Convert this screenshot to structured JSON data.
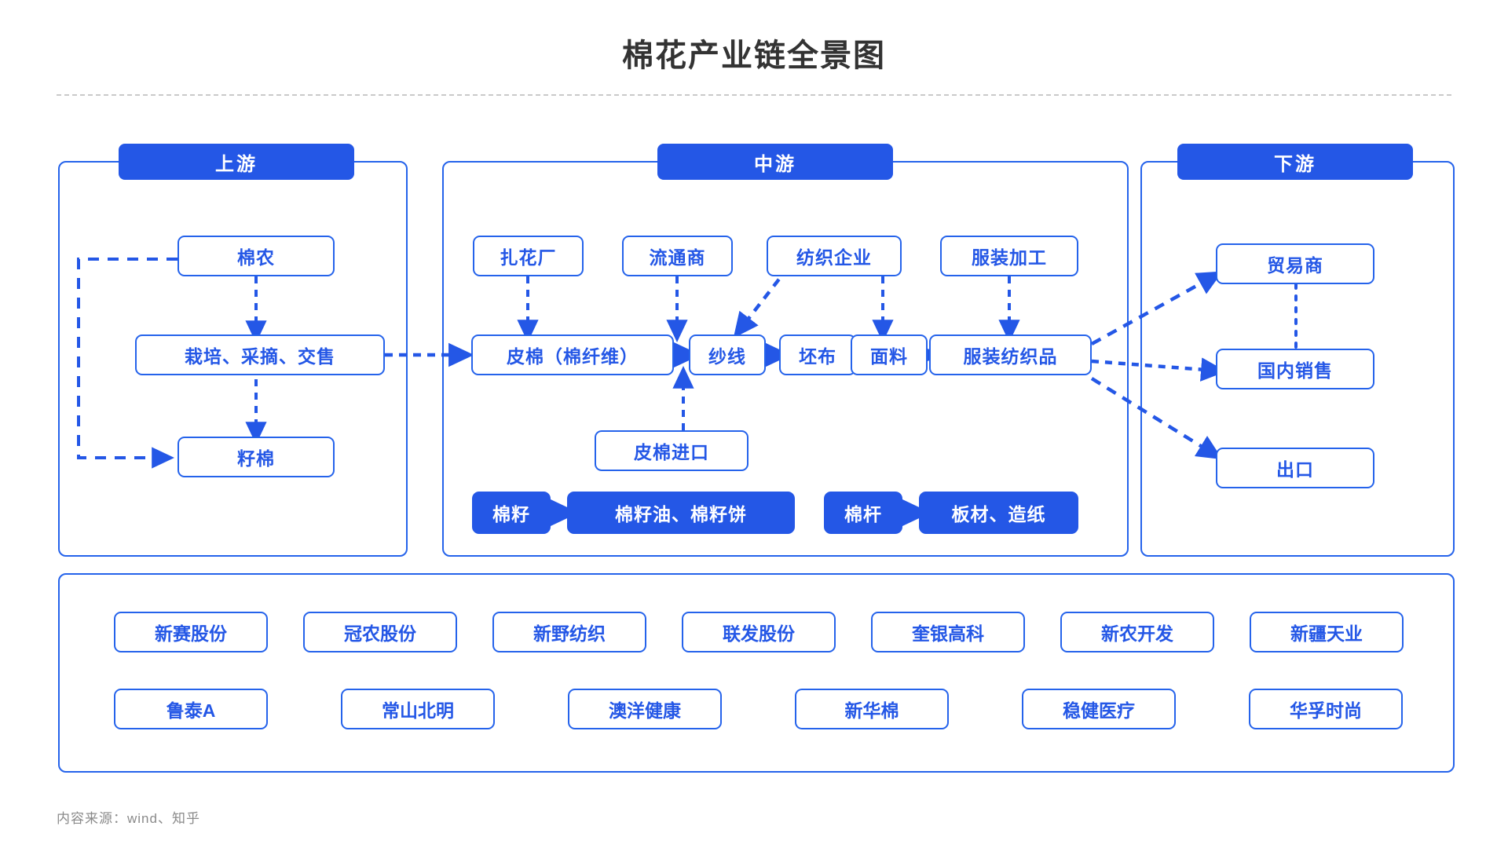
{
  "page": {
    "title": "棉花产业链全景图",
    "source_note": "内容来源：wind、知乎",
    "accent_color": "#2457e6",
    "border_color": "#2563eb",
    "title_color": "#333333"
  },
  "sections": {
    "upstream": {
      "label": "上游",
      "nodes": [
        {
          "id": "cotton-farmer",
          "label": "棉农"
        },
        {
          "id": "cultivate-pick-sell",
          "label": "栽培、采摘、交售"
        },
        {
          "id": "seed-cotton",
          "label": "籽棉"
        }
      ]
    },
    "midstream": {
      "label": "中游",
      "nodes": [
        {
          "id": "ginning-plant",
          "label": "扎花厂"
        },
        {
          "id": "distributor",
          "label": "流通商"
        },
        {
          "id": "textile-enterprise",
          "label": "纺织企业"
        },
        {
          "id": "garment-processing",
          "label": "服装加工"
        },
        {
          "id": "lint-cotton",
          "label": "皮棉（棉纤维）"
        },
        {
          "id": "yarn",
          "label": "纱线"
        },
        {
          "id": "grey-fabric",
          "label": "坯布"
        },
        {
          "id": "fabric",
          "label": "面料"
        },
        {
          "id": "apparel-textiles",
          "label": "服装纺织品"
        },
        {
          "id": "lint-import",
          "label": "皮棉进口"
        }
      ],
      "byproducts": [
        {
          "id": "cottonseed",
          "label": "棉籽",
          "filled": true
        },
        {
          "id": "cottonseed-oil",
          "label": "棉籽油、棉籽饼",
          "filled": true
        },
        {
          "id": "cotton-stalk",
          "label": "棉杆",
          "filled": true
        },
        {
          "id": "board-paper",
          "label": "板材、造纸",
          "filled": true
        }
      ]
    },
    "downstream": {
      "label": "下游",
      "nodes": [
        {
          "id": "trader",
          "label": "贸易商"
        },
        {
          "id": "domestic-sales",
          "label": "国内销售"
        },
        {
          "id": "export",
          "label": "出口"
        }
      ]
    }
  },
  "companies": {
    "row1": [
      "新赛股份",
      "冠农股份",
      "新野纺织",
      "联发股份",
      "奎银高科",
      "新农开发",
      "新疆天业"
    ],
    "row2": [
      "鲁泰A",
      "常山北明",
      "澳洋健康",
      "新华棉",
      "稳健医疗",
      "华孚时尚"
    ]
  }
}
